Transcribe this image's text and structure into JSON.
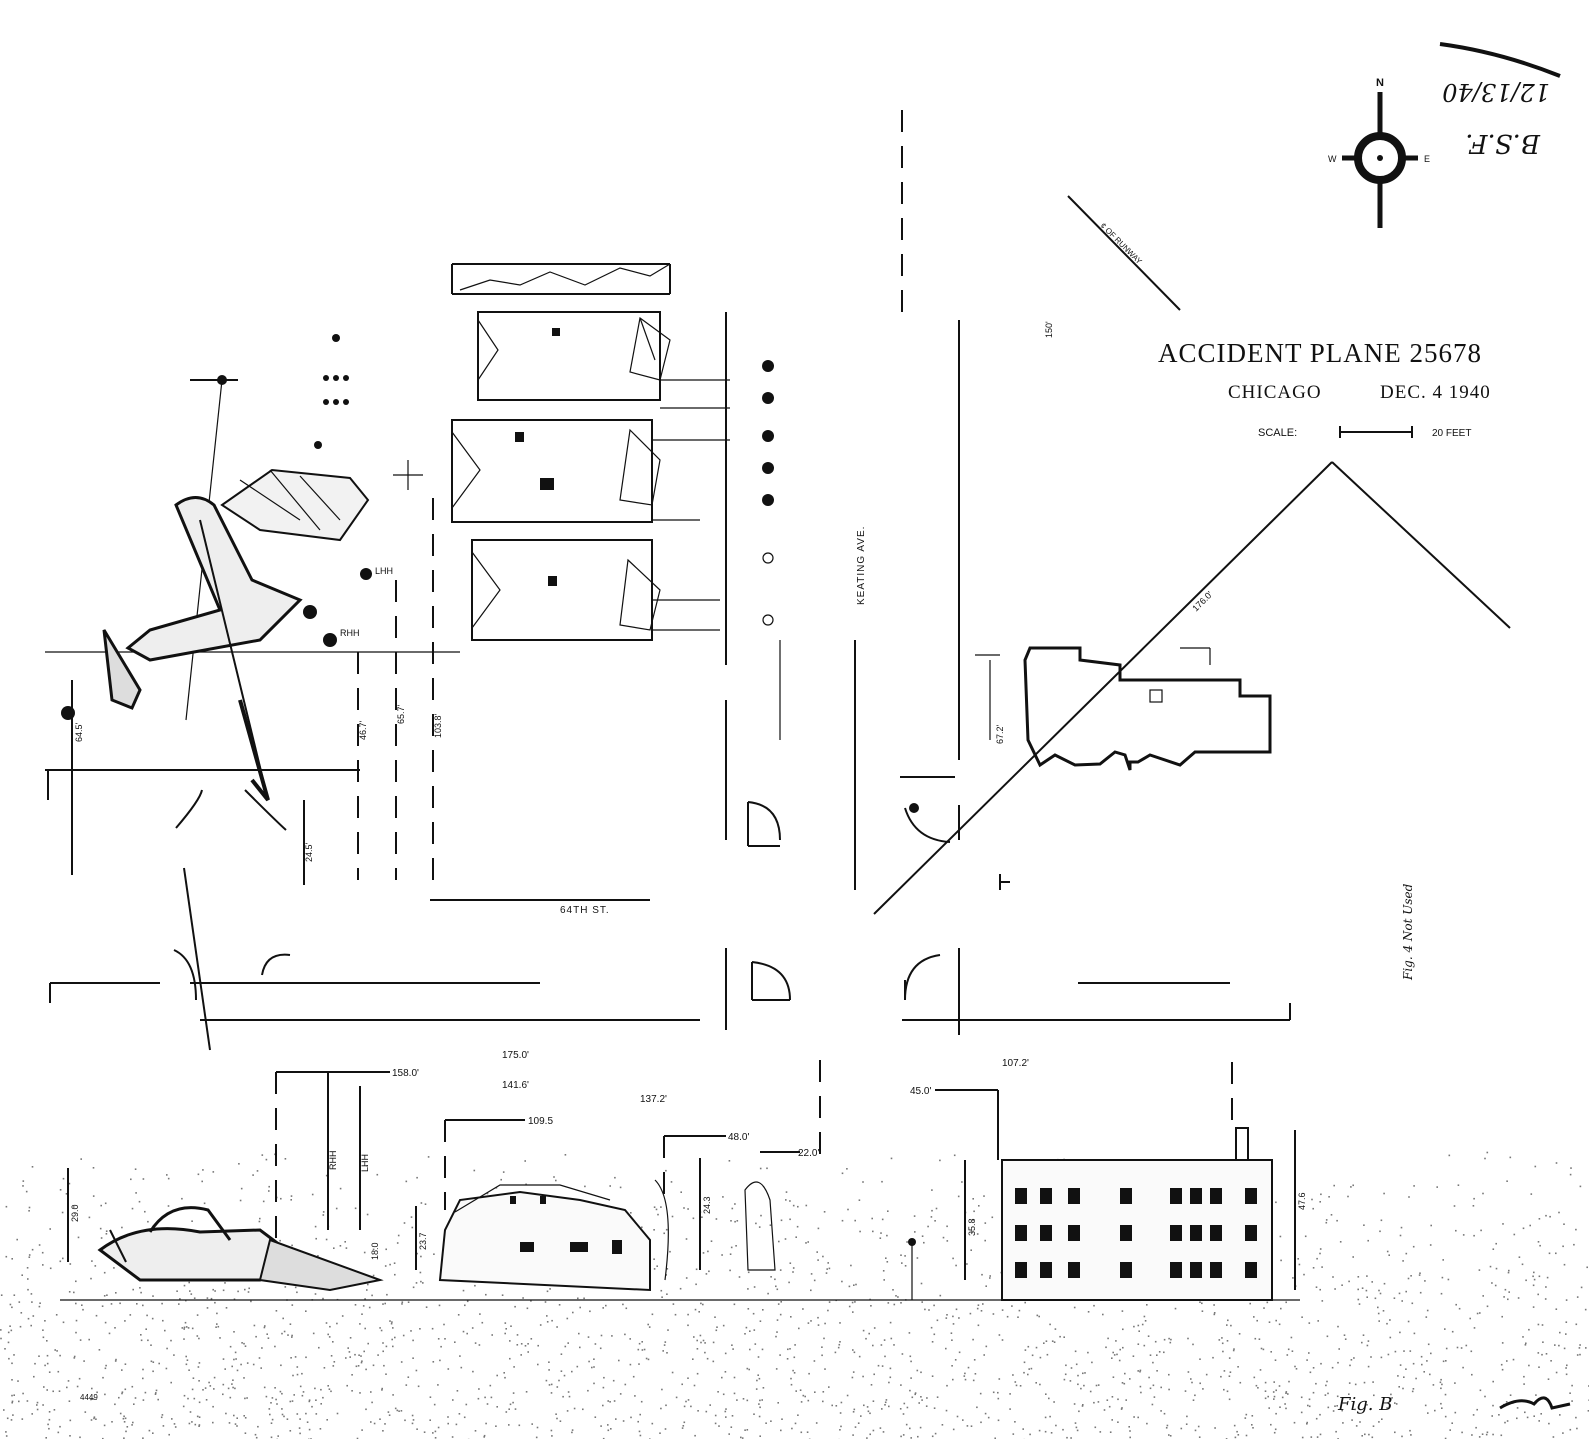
{
  "title": {
    "main": "ACCIDENT PLANE 25678",
    "city": "CHICAGO",
    "date": "DEC. 4 1940",
    "scale_label": "SCALE:",
    "scale_unit": "20 FEET"
  },
  "compass": {
    "n": "N",
    "e": "E",
    "w": "W"
  },
  "runway_label": "¢ OF RUNWAY",
  "streets": {
    "keating": "KEATING AVE.",
    "st64": "64TH  ST."
  },
  "plan_labels": {
    "lhh": "LHH",
    "rhh": "RHH",
    "diag": "176.0'",
    "d64_5": "64.5'",
    "d46_7": "46.7'",
    "d65_7": "65.7'",
    "d103_8": "103.8'",
    "d24_5": "24.5'",
    "d67_2": "67.2'",
    "d150": "150'"
  },
  "elevation_labels": {
    "d175": "175.0'",
    "d158": "158.0'",
    "d141": "141.6'",
    "d109": "109.5",
    "d137": "137.2'",
    "d48": "48.0'",
    "d22": "22.0'",
    "d107": "107.2'",
    "d45": "45.0'",
    "h29": "29.0",
    "h18": "18.0",
    "h23": "23.7",
    "h24": "24.3",
    "h35": "35.8",
    "h47": "47.6",
    "rhh": "RHH",
    "lhh": "LHH"
  },
  "handwriting": {
    "date": "12/13/40",
    "initials": "B.S.F.",
    "margin_note": "Fig. 4 Not Used",
    "fig": "Fig. B",
    "code": "4449"
  }
}
